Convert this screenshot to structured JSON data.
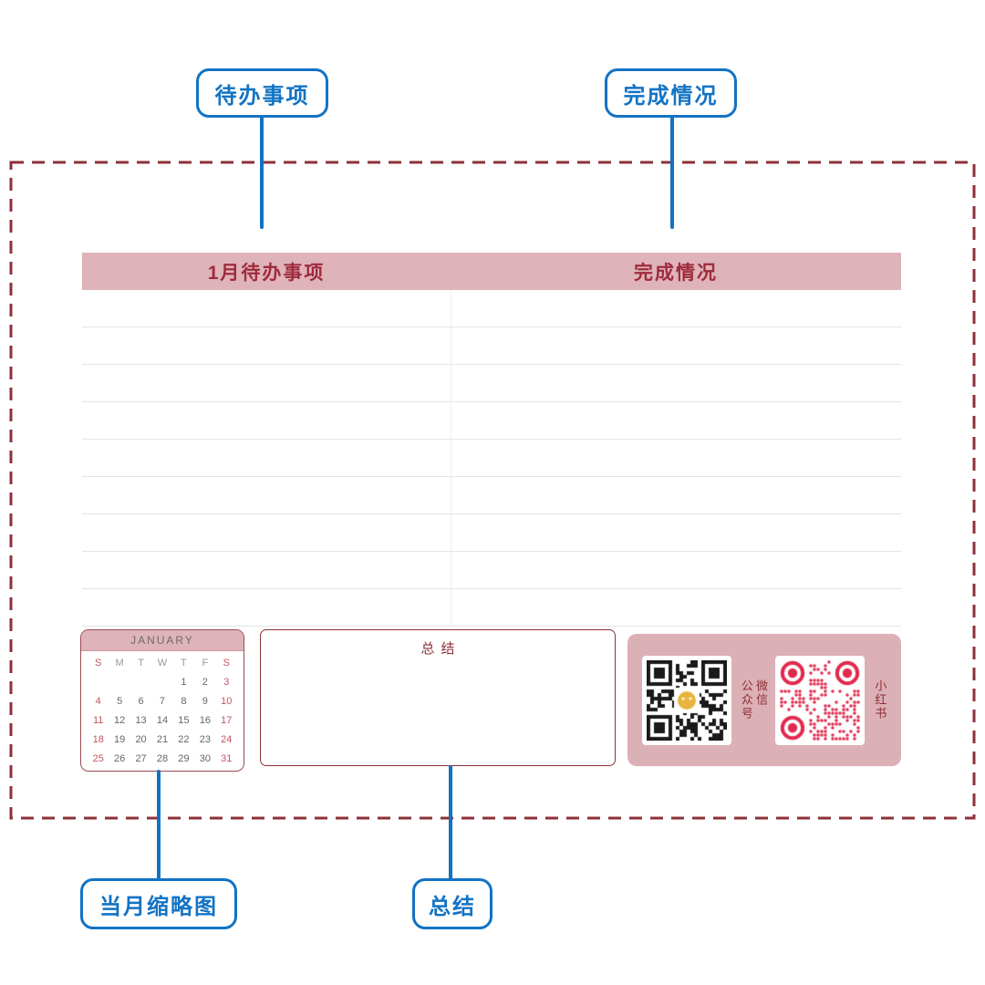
{
  "callouts": {
    "todo": "待办事项",
    "completion": "完成情况",
    "thumbnail": "当月缩略图",
    "summary": "总结"
  },
  "table": {
    "header_todo": "1月待办事项",
    "header_completion": "完成情况",
    "row_count": 9
  },
  "calendar": {
    "title": "JANUARY",
    "weekdays": [
      "S",
      "M",
      "T",
      "W",
      "T",
      "F",
      "S"
    ],
    "weeks": [
      [
        "",
        "",
        "",
        "",
        "1",
        "2",
        "3"
      ],
      [
        "4",
        "5",
        "6",
        "7",
        "8",
        "9",
        "10"
      ],
      [
        "11",
        "12",
        "13",
        "14",
        "15",
        "16",
        "17"
      ],
      [
        "18",
        "19",
        "20",
        "21",
        "22",
        "23",
        "24"
      ],
      [
        "25",
        "26",
        "27",
        "28",
        "29",
        "30",
        "31"
      ]
    ]
  },
  "summary_box": {
    "title": "总结"
  },
  "qr": {
    "wechat_label": "微信\n公众号",
    "xiaohongshu_label": "小红书"
  },
  "colors": {
    "blue": "#1273c4",
    "dark_red": "#8e3038",
    "pink": "#dfb3ba",
    "weekend_red": "#c25562",
    "qr_black": "#1a1a1a",
    "qr_red": "#e02a4d",
    "qr_gold": "#e8b43c"
  }
}
